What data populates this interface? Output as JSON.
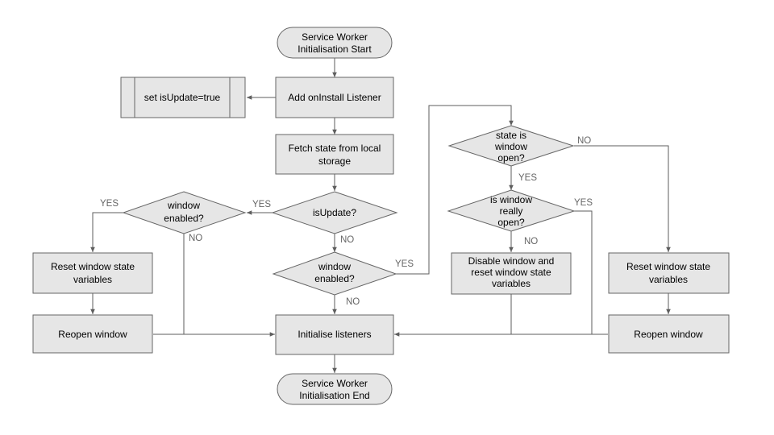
{
  "nodes": {
    "start": [
      "Service Worker",
      "Initialisation Start"
    ],
    "add_listener": [
      "Add onInstall Listener"
    ],
    "set_update": [
      "set isUpdate=true"
    ],
    "fetch_state": [
      "Fetch state from local",
      "storage"
    ],
    "is_update": [
      "isUpdate?"
    ],
    "window_enabled_left": [
      "window",
      "enabled?"
    ],
    "window_enabled_center": [
      "window",
      "enabled?"
    ],
    "reset_left": [
      "Reset window state",
      "variables"
    ],
    "reopen_left": [
      "Reopen window"
    ],
    "init_listeners": [
      "Initialise listeners"
    ],
    "end": [
      "Service Worker",
      "Initialisation End"
    ],
    "state_open": [
      "state is",
      "window",
      "open?"
    ],
    "really_open": [
      "is window",
      "really",
      "open?"
    ],
    "disable_window": [
      "Disable window and",
      "reset window state",
      "variables"
    ],
    "reset_right": [
      "Reset window state",
      "variables"
    ],
    "reopen_right": [
      "Reopen window"
    ]
  },
  "edge_labels": {
    "yes": "YES",
    "no": "NO"
  }
}
